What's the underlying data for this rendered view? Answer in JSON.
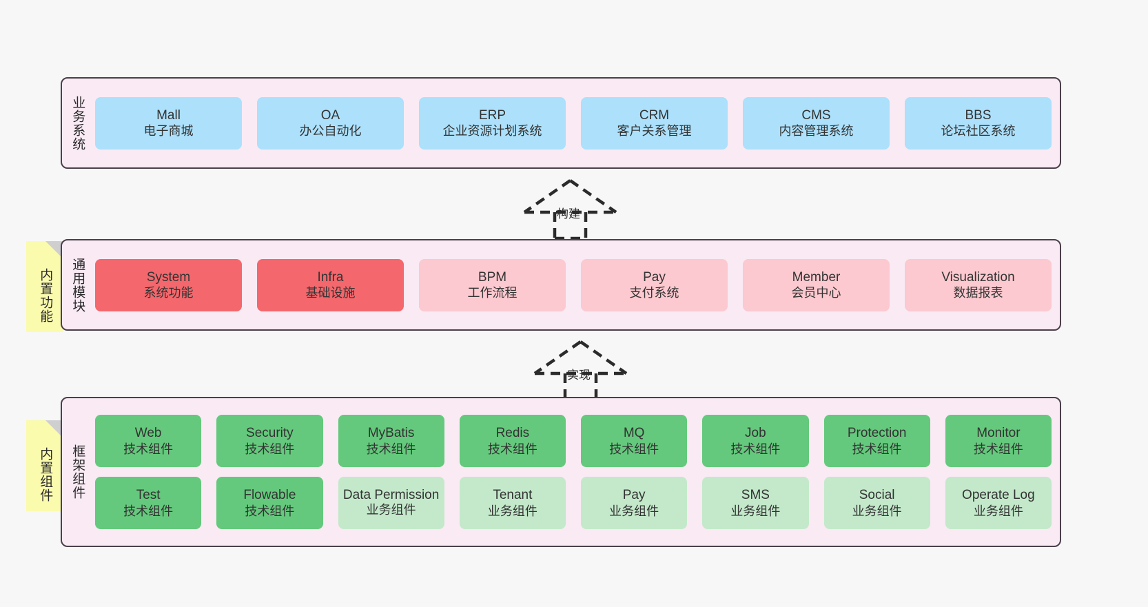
{
  "diagram": {
    "background": "#f7f7f7",
    "layer_bg": "#f9eaf4",
    "layer_border": "#4a3f4a",
    "note_bg": "#fbfbae",
    "colors": {
      "blue": "#ace0fb",
      "red": "#f4676c",
      "pink": "#fbc9cf",
      "green": "#64c97c",
      "mint": "#c3e9ca"
    }
  },
  "notes": [
    {
      "label": "内置功能"
    },
    {
      "label": "内置组件"
    }
  ],
  "connectors": [
    {
      "label": "构建"
    },
    {
      "label": "实现"
    }
  ],
  "layers": [
    {
      "title": "业务系统",
      "rows": [
        [
          {
            "name": "Mall",
            "desc": "电子商城",
            "color": "blue"
          },
          {
            "name": "OA",
            "desc": "办公自动化",
            "color": "blue"
          },
          {
            "name": "ERP",
            "desc": "企业资源计划系统",
            "color": "blue"
          },
          {
            "name": "CRM",
            "desc": "客户关系管理",
            "color": "blue"
          },
          {
            "name": "CMS",
            "desc": "内容管理系统",
            "color": "blue"
          },
          {
            "name": "BBS",
            "desc": "论坛社区系统",
            "color": "blue"
          }
        ]
      ]
    },
    {
      "title": "通用模块",
      "rows": [
        [
          {
            "name": "System",
            "desc": "系统功能",
            "color": "red"
          },
          {
            "name": "Infra",
            "desc": "基础设施",
            "color": "red"
          },
          {
            "name": "BPM",
            "desc": "工作流程",
            "color": "pink"
          },
          {
            "name": "Pay",
            "desc": "支付系统",
            "color": "pink"
          },
          {
            "name": "Member",
            "desc": "会员中心",
            "color": "pink"
          },
          {
            "name": "Visualization",
            "desc": "数据报表",
            "color": "pink"
          }
        ]
      ]
    },
    {
      "title": "框架组件",
      "rows": [
        [
          {
            "name": "Web",
            "desc": "技术组件",
            "color": "green"
          },
          {
            "name": "Security",
            "desc": "技术组件",
            "color": "green"
          },
          {
            "name": "MyBatis",
            "desc": "技术组件",
            "color": "green"
          },
          {
            "name": "Redis",
            "desc": "技术组件",
            "color": "green"
          },
          {
            "name": "MQ",
            "desc": "技术组件",
            "color": "green"
          },
          {
            "name": "Job",
            "desc": "技术组件",
            "color": "green"
          },
          {
            "name": "Protection",
            "desc": "技术组件",
            "color": "green"
          },
          {
            "name": "Monitor",
            "desc": "技术组件",
            "color": "green"
          }
        ],
        [
          {
            "name": "Test",
            "desc": "技术组件",
            "color": "green"
          },
          {
            "name": "Flowable",
            "desc": "技术组件",
            "color": "green"
          },
          {
            "name": "Data Permission",
            "desc": "业务组件",
            "color": "mint"
          },
          {
            "name": "Tenant",
            "desc": "业务组件",
            "color": "mint"
          },
          {
            "name": "Pay",
            "desc": "业务组件",
            "color": "mint"
          },
          {
            "name": "SMS",
            "desc": "业务组件",
            "color": "mint"
          },
          {
            "name": "Social",
            "desc": "业务组件",
            "color": "mint"
          },
          {
            "name": "Operate Log",
            "desc": "业务组件",
            "color": "mint"
          }
        ]
      ]
    }
  ]
}
